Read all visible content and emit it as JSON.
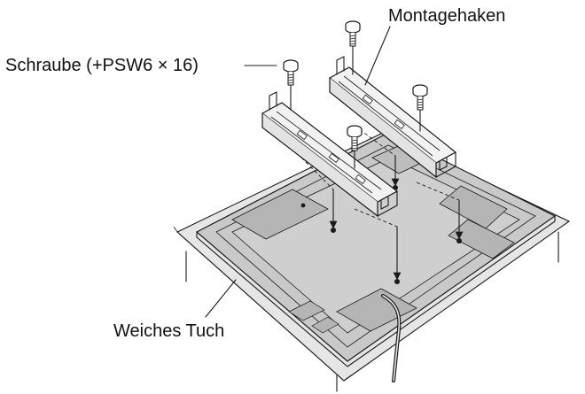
{
  "labels": {
    "mounting_hooks": "Montagehaken",
    "screw": "Schraube (+PSW6 × 16)",
    "soft_cloth": "Weiches Tuch"
  },
  "colors": {
    "cloth": "#e6e6e6",
    "tv_back": "#c9c9c9",
    "recess": "#b5b5b5",
    "metal": "#f2f2f2",
    "outline": "#1a1a1a"
  }
}
